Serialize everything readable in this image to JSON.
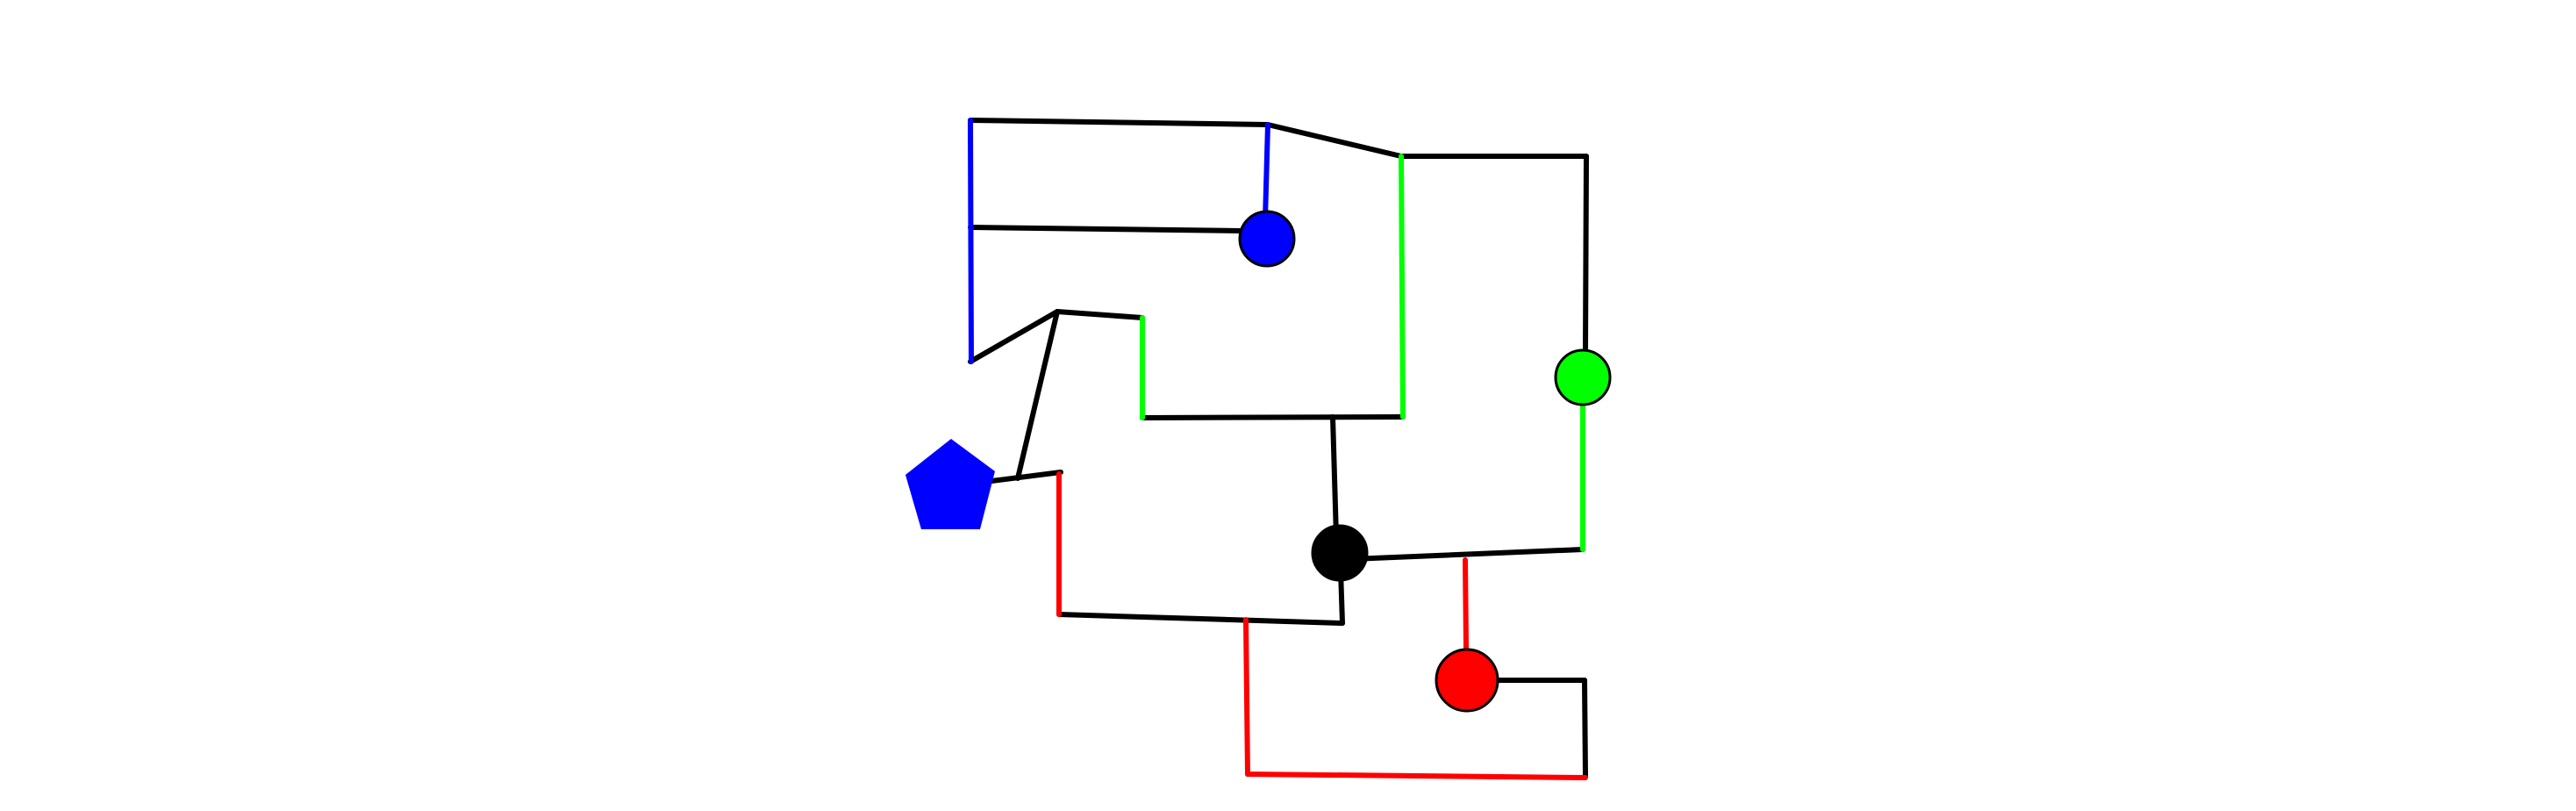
{
  "colors": {
    "background": "#ffffff",
    "black": "#000000",
    "blue": "#0000ff",
    "green": "#00ff00",
    "red": "#ff0000"
  },
  "diagram": {
    "shapes": [
      {
        "id": "blue-circle",
        "kind": "circle",
        "color": "blue"
      },
      {
        "id": "green-circle",
        "kind": "circle",
        "color": "green"
      },
      {
        "id": "black-circle",
        "kind": "circle",
        "color": "black"
      },
      {
        "id": "red-circle",
        "kind": "circle",
        "color": "red"
      },
      {
        "id": "blue-pentagon",
        "kind": "pentagon",
        "color": "blue"
      }
    ],
    "wire_colors": [
      "black",
      "blue",
      "green",
      "red"
    ]
  }
}
